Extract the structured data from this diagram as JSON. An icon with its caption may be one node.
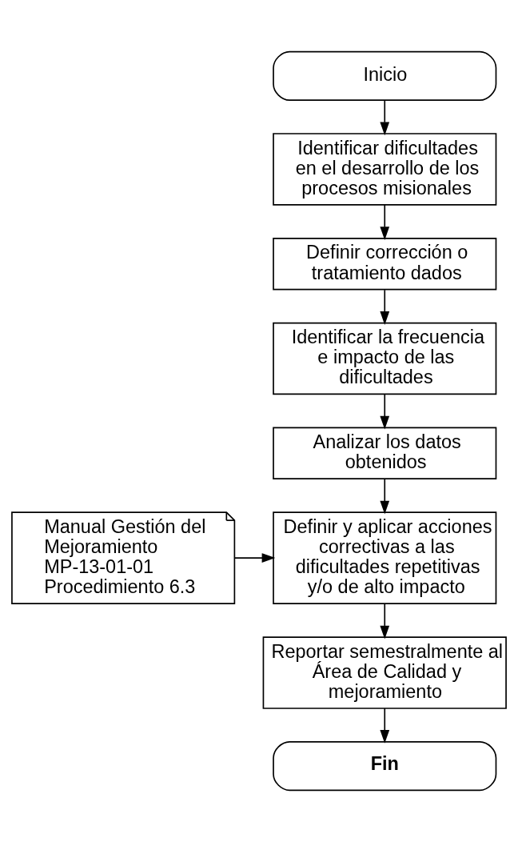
{
  "diagram": {
    "nodes": [
      {
        "text": [
          "Inicio"
        ]
      },
      {
        "text": [
          "Identificar dificultades en el desarrollo de los procesos misionales"
        ]
      },
      {
        "text": [
          "Definir corrección o tratamiento dados"
        ]
      },
      {
        "text": [
          "Identificar la frecuencia e impacto de las dificultades"
        ]
      },
      {
        "text": [
          "Analizar los datos obtenidos"
        ]
      },
      {
        "text": [
          "Manual Gestión del Mejoramiento MP-13-01-01 Procedimiento 6.3"
        ]
      },
      {
        "text": [
          "Definir y aplicar acciones correctivas a las dificultades repetitivas y/o de alto impacto"
        ]
      },
      {
        "text": [
          "Reportar semestralmente al Área de Calidad y mejoramiento"
        ]
      },
      {
        "text": [
          "Fin"
        ]
      }
    ],
    "edges": [
      {
        "from": 0,
        "to": 1,
        "arrow": "to"
      },
      {
        "from": 1,
        "to": 2,
        "arrow": "to"
      },
      {
        "from": 2,
        "to": 3,
        "arrow": "to"
      },
      {
        "from": 3,
        "to": 4,
        "arrow": "to"
      },
      {
        "from": 4,
        "to": 6,
        "arrow": "to"
      },
      {
        "from": 5,
        "to": 6,
        "arrow": "to"
      },
      {
        "from": 6,
        "to": 7,
        "arrow": "to"
      },
      {
        "from": 7,
        "to": 8,
        "arrow": "to"
      }
    ]
  }
}
